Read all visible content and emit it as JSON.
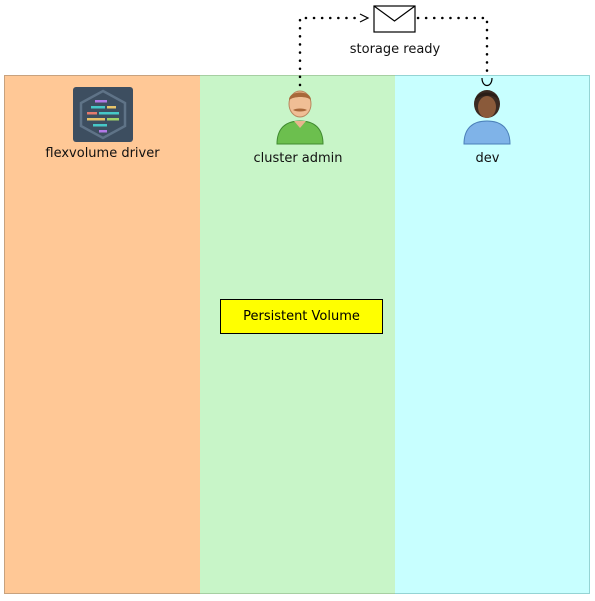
{
  "lanes": [
    {
      "id": "driver",
      "color": "#ffc896"
    },
    {
      "id": "admin",
      "color": "#c8f5c8"
    },
    {
      "id": "dev",
      "color": "#c8ffff"
    }
  ],
  "nodes": {
    "driver": {
      "label": "flexvolume driver",
      "icon": "code-hexagon-icon"
    },
    "admin": {
      "label": "cluster admin",
      "icon": "person-icon"
    },
    "dev": {
      "label": "dev",
      "icon": "person-icon"
    },
    "pv": {
      "label": "Persistent Volume",
      "color": "#ffff00"
    }
  },
  "message": {
    "label": "storage ready",
    "icon": "envelope-icon"
  }
}
